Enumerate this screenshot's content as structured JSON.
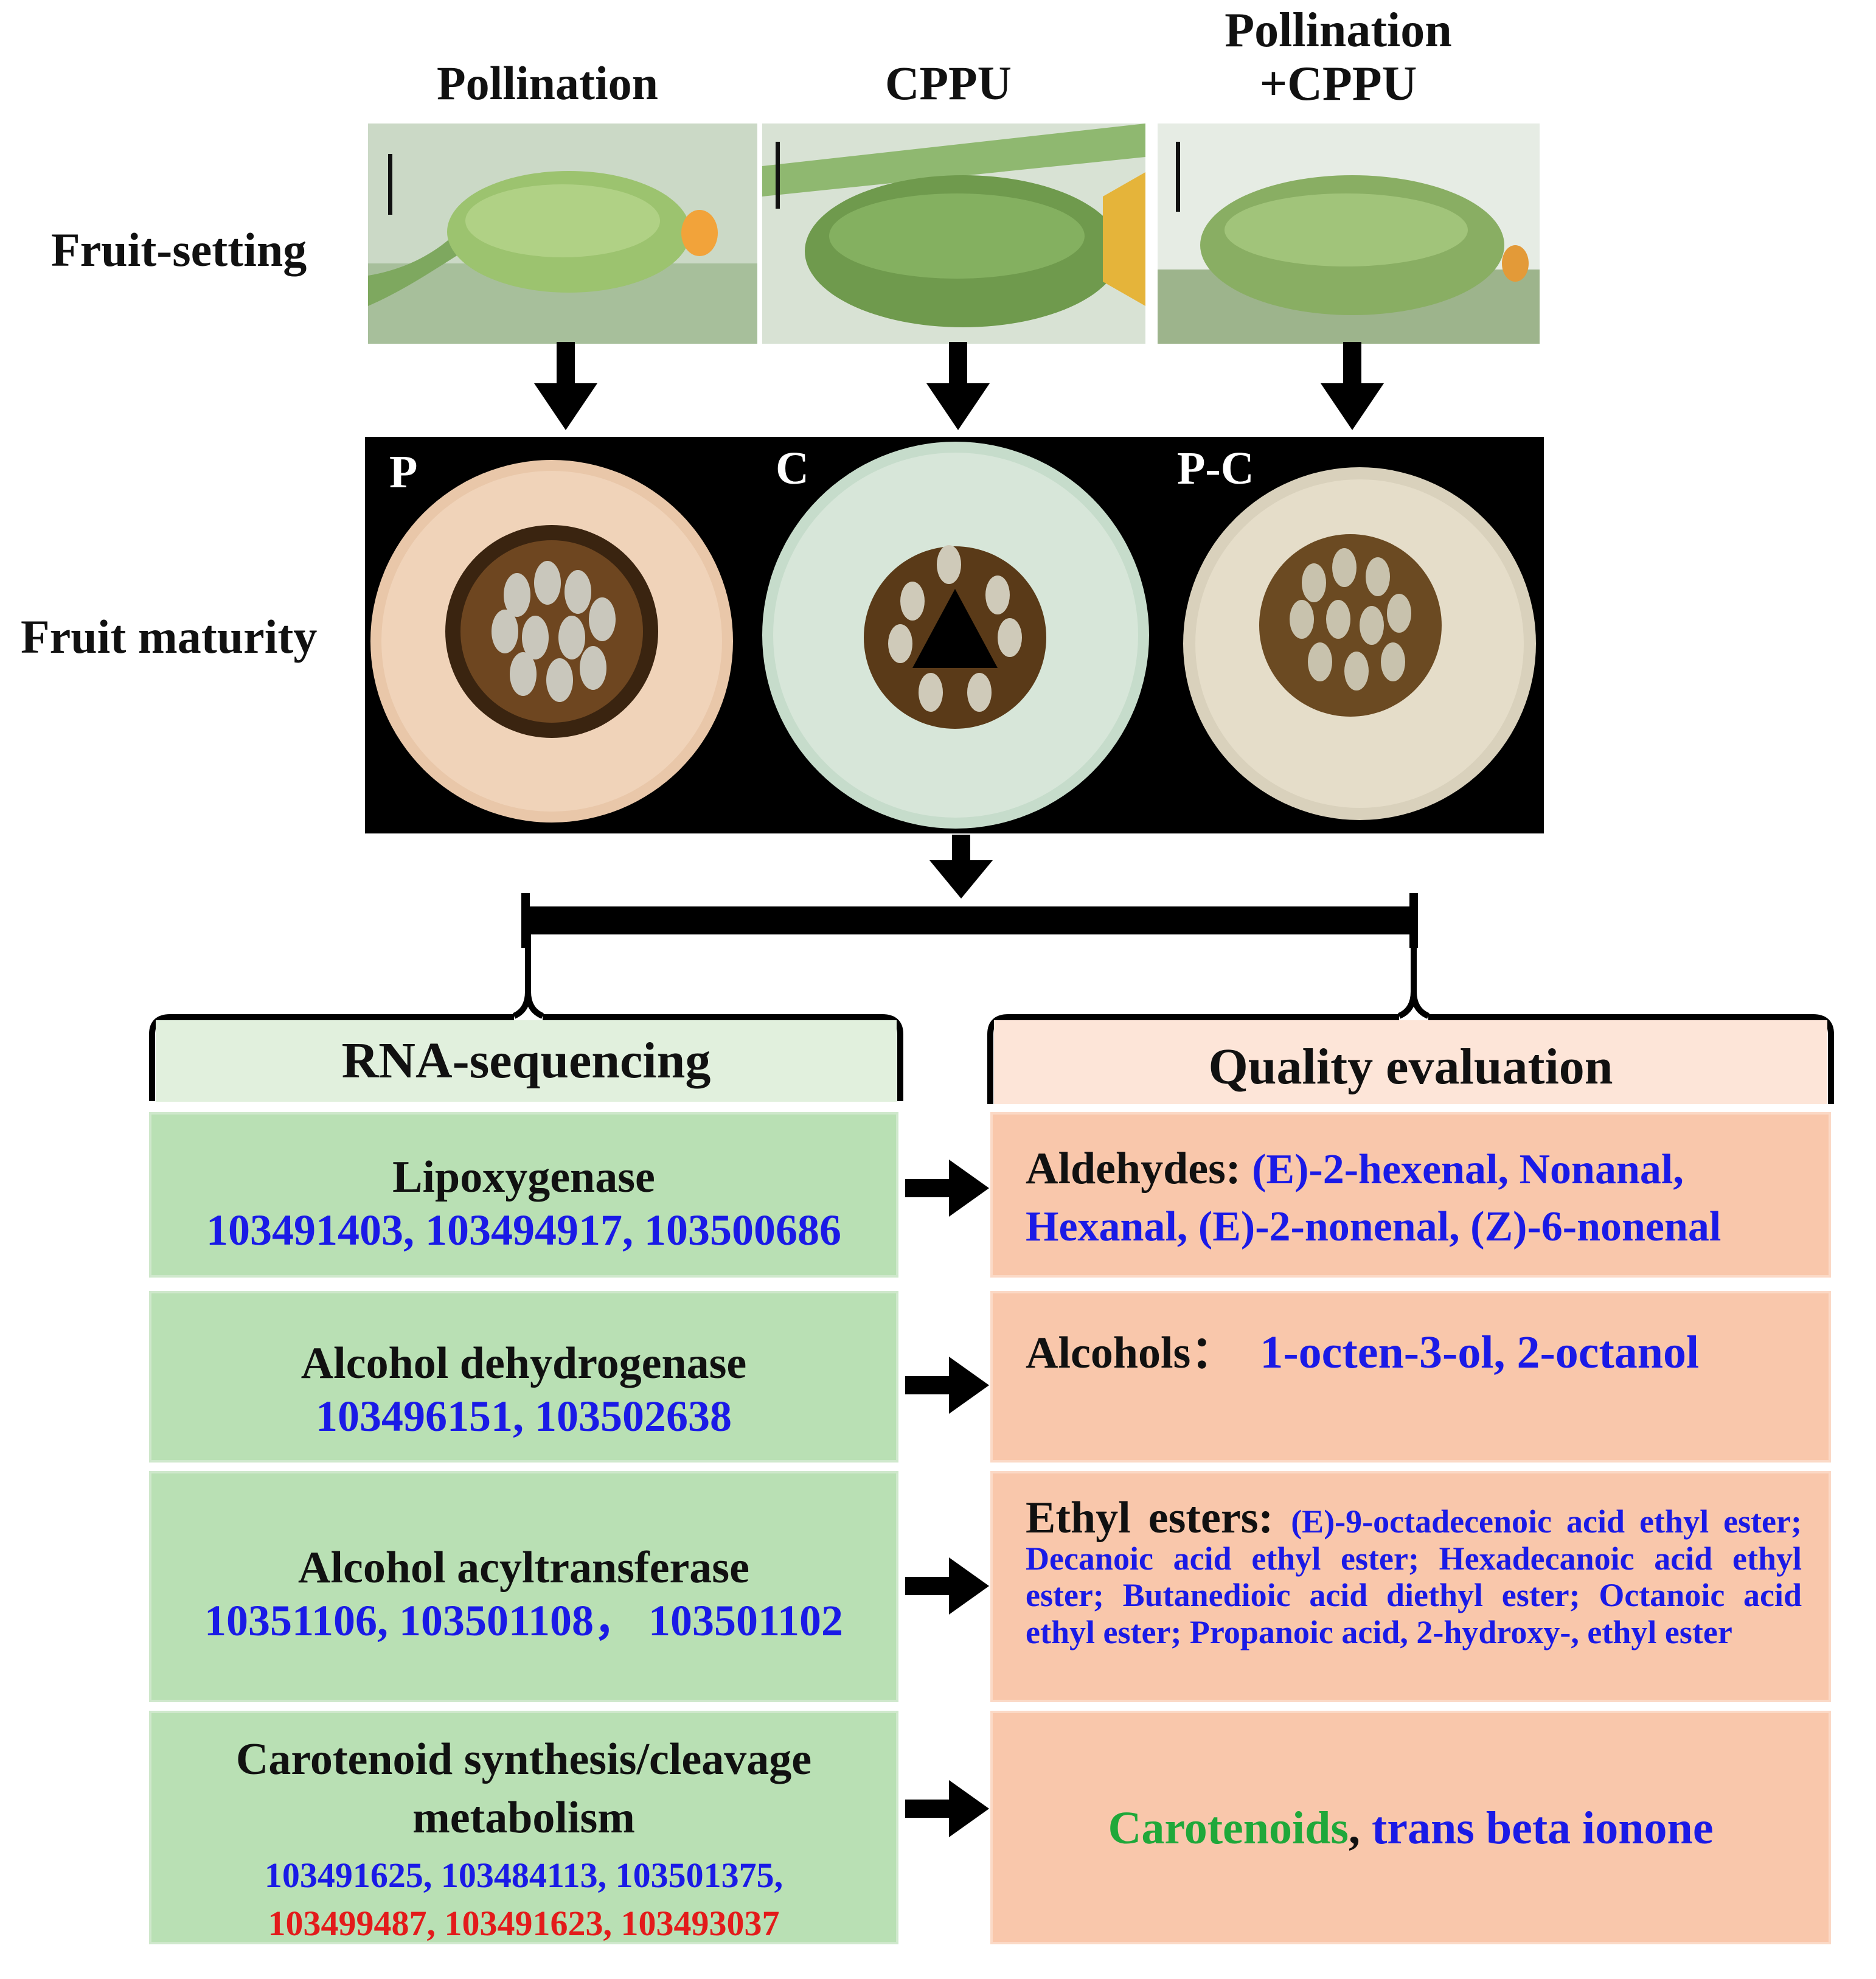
{
  "treatments": {
    "pollination": "Pollination",
    "cppu": "CPPU",
    "pollination_cppu_line1": "Pollination",
    "pollination_cppu_line2": "+CPPU"
  },
  "row_labels": {
    "fruit_setting": "Fruit-setting",
    "fruit_maturity": "Fruit maturity"
  },
  "panel_letters": {
    "p": "P",
    "c": "C",
    "pc": "P-C"
  },
  "analysis": {
    "rna_header": "RNA-sequencing",
    "quality_header": "Quality evaluation"
  },
  "rows": [
    {
      "enzyme": "Lipoxygenase",
      "ids": "103491403, 103494917, 103500686",
      "category": "Aldehydes: ",
      "compounds_1": "(E)-2-hexenal, Nonanal,",
      "compounds_2": "Hexanal, (E)-2-nonenal, (Z)-6-nonenal"
    },
    {
      "enzyme": "Alcohol dehydrogenase",
      "ids": "103496151, 103502638",
      "category": "Alcohols：",
      "compounds_1": "1-octen-3-ol, 2-octanol"
    },
    {
      "enzyme": "Alcohol acyltransferase",
      "ids": "10351106, 103501108， 103501102",
      "category": "Ethyl esters: ",
      "compounds_1": "(E)-9-octadecenoic acid ethyl ester; Decanoic acid ethyl ester; Hexadecanoic acid ethyl ester; Butanedioic acid diethyl ester; Octanoic acid ethyl ester; Propanoic acid, 2-hydroxy-, ethyl ester"
    },
    {
      "enzyme_1": "Carotenoid synthesis/cleavage",
      "enzyme_2": "metabolism",
      "ids_blue": "103491625, 103484113,  103501375,",
      "ids_red": "103499487, 103491623, 103493037",
      "compound_green": "Carotenoids",
      "separator": ", ",
      "compound_blue": "trans beta ionone"
    }
  ],
  "colors": {
    "green_box": "#b9e0b4",
    "green_header": "#e1f0dd",
    "orange_box": "#f9c7ab",
    "orange_header": "#fde5d8",
    "id_blue": "#1a1ae6",
    "id_red": "#e31b1b",
    "compound_green": "#1fa83a"
  }
}
